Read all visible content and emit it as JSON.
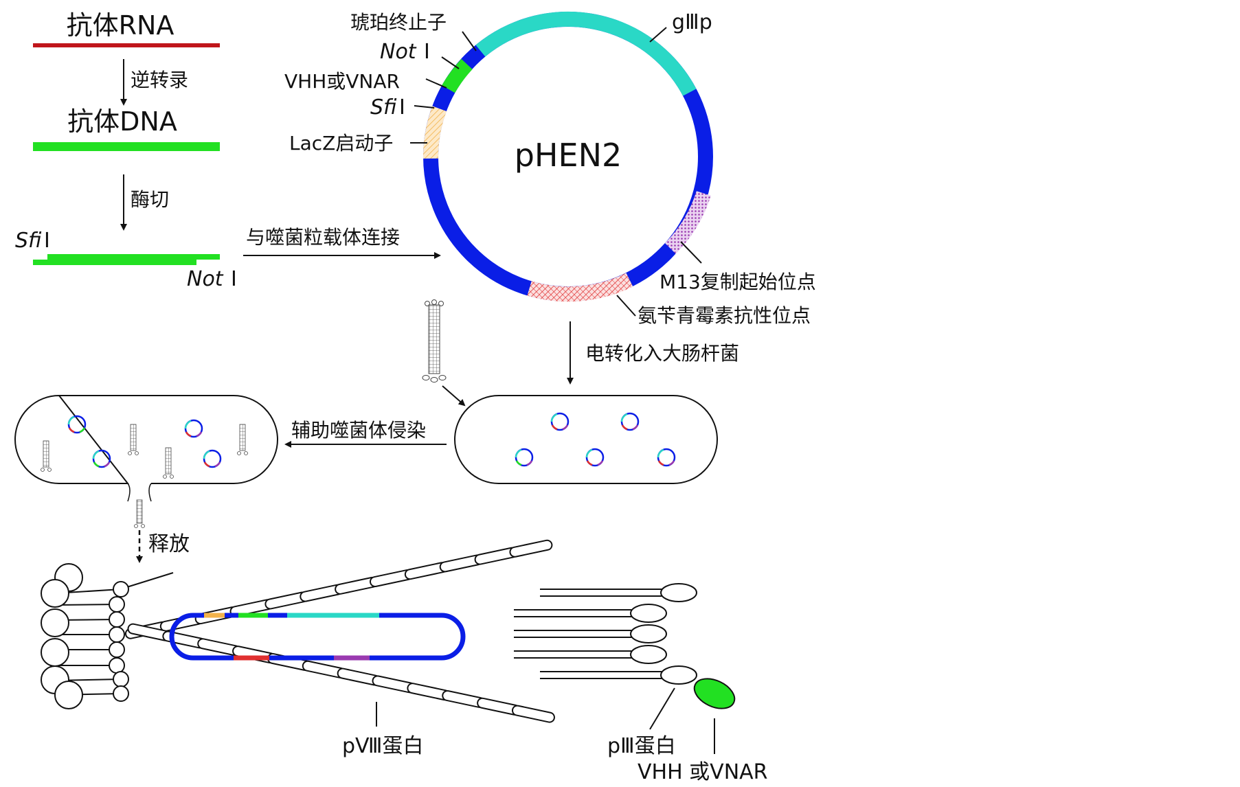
{
  "workflow": {
    "antibody_rna": "抗体RNA",
    "reverse_transcription": "逆转录",
    "antibody_dna": "抗体DNA",
    "digestion": "酶切",
    "sfi_italic": "Sfi",
    "not_italic": "Not",
    "roman_one": "I",
    "ligation": "与噬菌粒载体连接",
    "electroporation": "电转化入大肠杆菌",
    "helper_infection": "辅助噬菌体侵染",
    "release": "释放"
  },
  "plasmid": {
    "name": "pHEN2",
    "labels": {
      "amber_stop": "琥珀终止子",
      "vhh_vnar": "VHH或VNAR",
      "lacz_promoter": "LacZ启动子",
      "g3p": "gⅢp",
      "m13_origin": "M13复制起始位点",
      "ampicillin": "氨苄青霉素抗性位点"
    }
  },
  "phage": {
    "p8_label": "pⅧ蛋白",
    "p3_label": "pⅢ蛋白",
    "vhh_label": "VHH 或VNAR"
  },
  "colors": {
    "rna": "#c0161b",
    "dna": "#22e022",
    "vector": "#0a1ee6",
    "g3p": "#2ad8c6",
    "lacz": "#f2b24a",
    "origin": "#9a3ab0",
    "amp": "#e03030",
    "arrow": "#111111"
  }
}
